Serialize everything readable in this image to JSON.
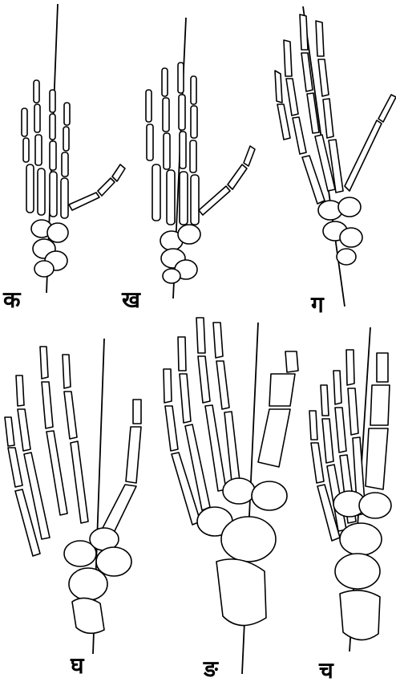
{
  "figure": {
    "panels": [
      {
        "id": "k",
        "label": "क",
        "subject": "hand"
      },
      {
        "id": "kh",
        "label": "ख",
        "subject": "hand"
      },
      {
        "id": "g",
        "label": "ग",
        "subject": "hand"
      },
      {
        "id": "gh",
        "label": "घ",
        "subject": "foot"
      },
      {
        "id": "ng",
        "label": "ङ",
        "subject": "foot"
      },
      {
        "id": "ch",
        "label": "च",
        "subject": "foot"
      }
    ]
  }
}
